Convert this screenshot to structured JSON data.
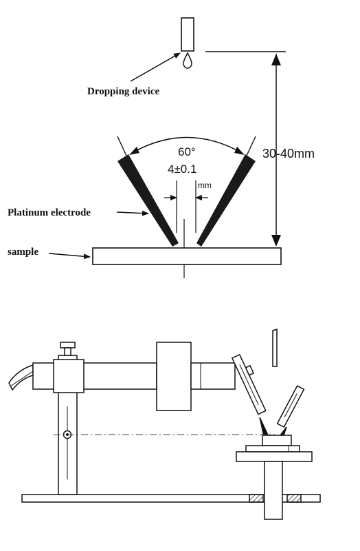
{
  "labels": {
    "dropping_device": "Dropping device",
    "platinum_electrode": "Platinum electrode",
    "sample": "sample",
    "angle": "60°",
    "gap_value": "4±0.1",
    "gap_unit": "mm",
    "height_range": "30-40mm"
  },
  "colors": {
    "ink": "#111111",
    "paper": "#ffffff",
    "hatch": "#333333"
  }
}
